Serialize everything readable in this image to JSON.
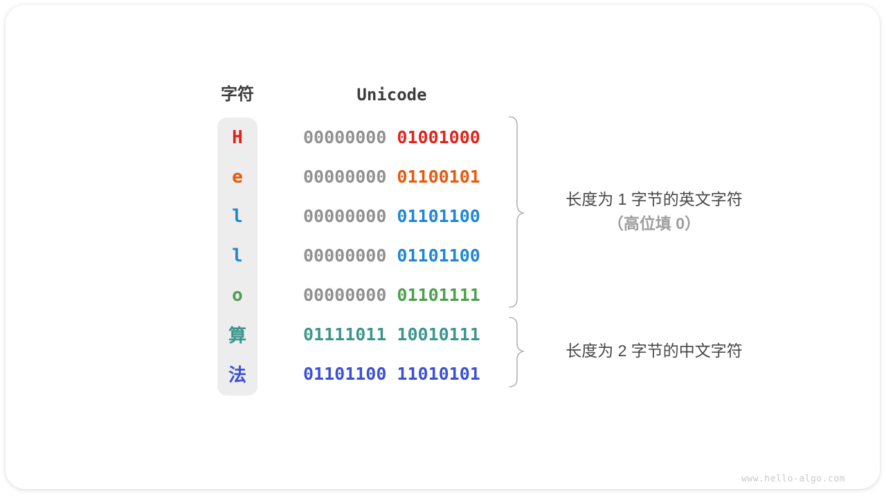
{
  "page": {
    "watermark": "www.hello-algo.com"
  },
  "table": {
    "char_header": "字符",
    "unicode_header": "Unicode",
    "rows": [
      {
        "char": "H",
        "color": "#e2231a",
        "byte1": "00000000",
        "byte1_color": "#909090",
        "byte2": "01001000",
        "byte2_color": "#e2231a"
      },
      {
        "char": "e",
        "color": "#e8590c",
        "byte1": "00000000",
        "byte1_color": "#909090",
        "byte2": "01100101",
        "byte2_color": "#e8590c"
      },
      {
        "char": "l",
        "color": "#2086d4",
        "byte1": "00000000",
        "byte1_color": "#909090",
        "byte2": "01101100",
        "byte2_color": "#2086d4"
      },
      {
        "char": "l",
        "color": "#2086d4",
        "byte1": "00000000",
        "byte1_color": "#909090",
        "byte2": "01101100",
        "byte2_color": "#2086d4"
      },
      {
        "char": "o",
        "color": "#4f9e4f",
        "byte1": "00000000",
        "byte1_color": "#909090",
        "byte2": "01101111",
        "byte2_color": "#4f9e4f"
      },
      {
        "char": "算",
        "color": "#3a968b",
        "byte1": "01111011",
        "byte1_color": "#3a968b",
        "byte2": "10010111",
        "byte2_color": "#3a968b"
      },
      {
        "char": "法",
        "color": "#3b50d6",
        "byte1": "01101100",
        "byte1_color": "#3b50d6",
        "byte2": "11010101",
        "byte2_color": "#3b50d6"
      }
    ]
  },
  "annotations": {
    "group1_line1": "长度为 1 字节的英文字符",
    "group1_line2": "（高位填 0）",
    "group2_line1": "长度为 2 字节的中文字符"
  },
  "colors": {
    "column_background": "#ededed",
    "gray_zero": "#909090",
    "heading_text": "#3d3d3d",
    "annotation_dark": "#484848",
    "annotation_gray": "#9e9e9e",
    "brace_stroke": "#b3b3b3",
    "watermark": "#c9c9c9"
  }
}
